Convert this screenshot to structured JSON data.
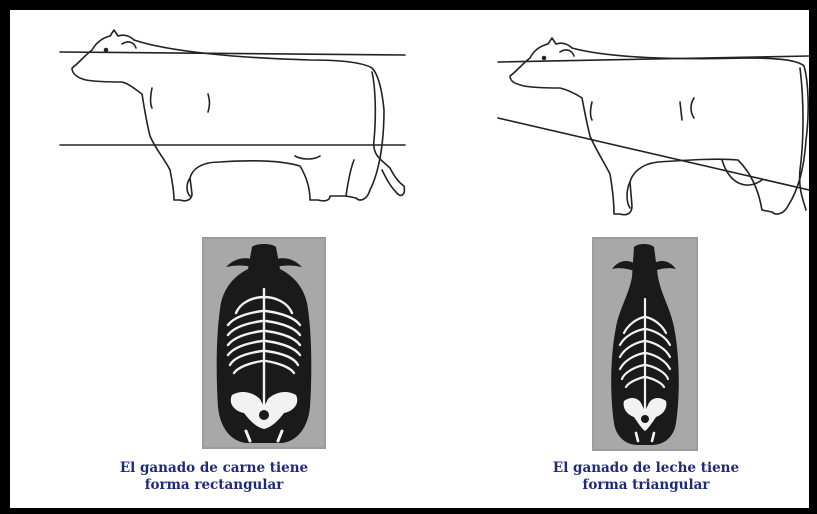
{
  "panels": [
    {
      "id": "beef",
      "caption_line1": "El ganado de carne tiene",
      "caption_line2": "forma rectangular",
      "shape": "rectangular"
    },
    {
      "id": "dairy",
      "caption_line1": "El ganado de leche tiene",
      "caption_line2": "forma triangular",
      "shape": "triangular"
    }
  ],
  "colors": {
    "frame_background": "#000000",
    "caption_text": "#1f2a7a",
    "line_art": "#222222",
    "xray_background": "#9c9c9c",
    "xray_body": "#1a1a1a",
    "xray_bone": "#f2f2f2"
  }
}
